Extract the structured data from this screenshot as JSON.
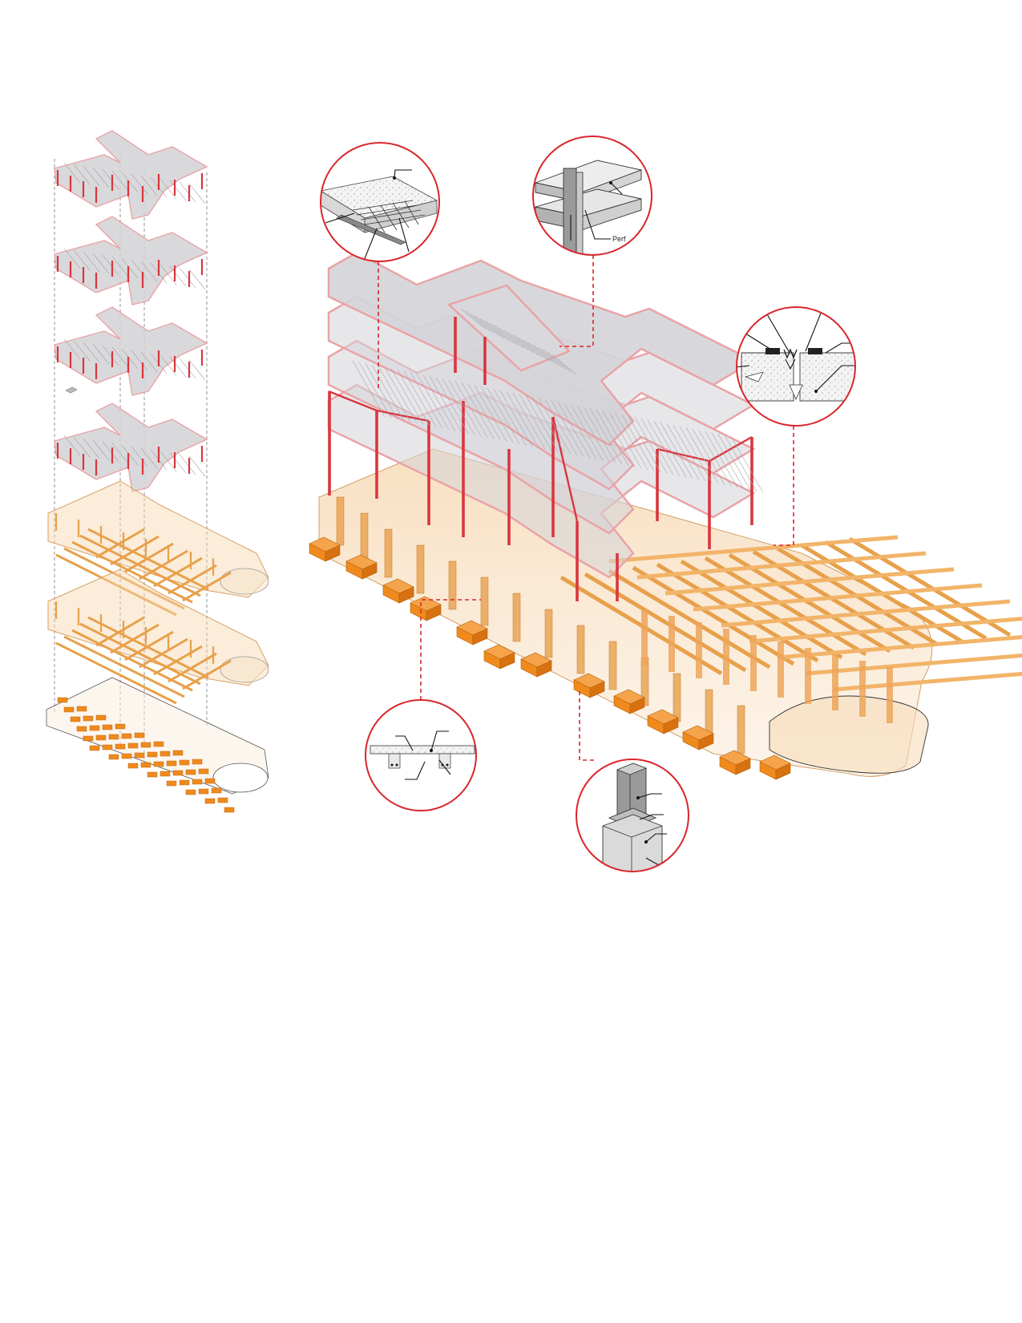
{
  "page": {
    "background": "#ffffff"
  },
  "colors": {
    "steel": "#d9363e",
    "steel_light": "#e9a3a6",
    "slab": "#c9c9cc",
    "slab_dark": "#8d8d92",
    "concrete": "#e8a04a",
    "concrete_light": "#f6d7ad",
    "footing": "#f08a1d",
    "callout_ring": "#d9262c",
    "leader": "#d9262c",
    "guide": "#555555"
  },
  "exploded_axonometric": {
    "steel_floor_levels": 4,
    "concrete_floor_levels": 2,
    "foundation_levels": 1
  },
  "details": [
    {
      "id": "composite-deck",
      "icon": "metal-deck-slab"
    },
    {
      "id": "beam-column-joint",
      "icon": "steel-joint",
      "label": "Perf"
    },
    {
      "id": "expansion-joint",
      "icon": "expansion-joint"
    },
    {
      "id": "slab-section",
      "icon": "slab-section"
    },
    {
      "id": "column-base",
      "icon": "column-baseplate"
    }
  ]
}
